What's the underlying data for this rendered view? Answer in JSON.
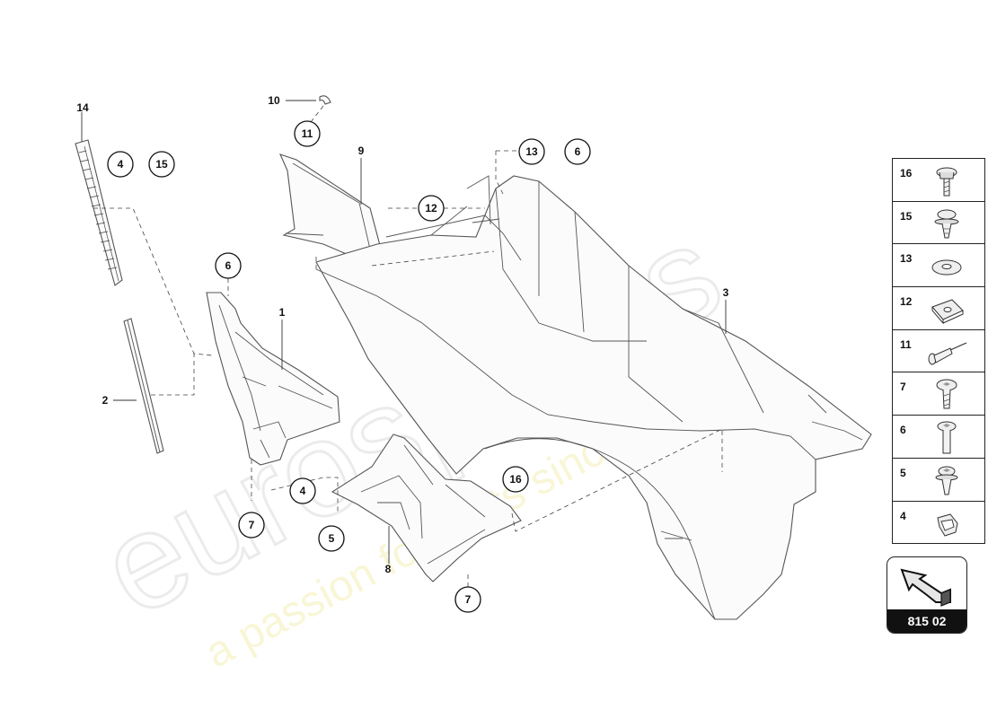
{
  "diagram": {
    "callouts": {
      "c1": "1",
      "c2": "2",
      "c3": "3",
      "c4a": "4",
      "c4b": "4",
      "c5": "5",
      "c6a": "6",
      "c6b": "6",
      "c7a": "7",
      "c7b": "7",
      "c8": "8",
      "c9": "9",
      "c10": "10",
      "c11": "11",
      "c12": "12",
      "c13": "13",
      "c14": "14",
      "c15": "15",
      "c16": "16"
    },
    "watermark": {
      "brand": "eurospares",
      "tagline": "a passion for parts since 1985"
    }
  },
  "legend": {
    "items": [
      {
        "number": "16",
        "icon": "flange-bolt-icon"
      },
      {
        "number": "15",
        "icon": "trim-rivet-icon"
      },
      {
        "number": "13",
        "icon": "washer-icon"
      },
      {
        "number": "12",
        "icon": "clip-nut-icon"
      },
      {
        "number": "11",
        "icon": "blind-rivet-icon"
      },
      {
        "number": "7",
        "icon": "torx-screw-icon"
      },
      {
        "number": "6",
        "icon": "long-screw-icon"
      },
      {
        "number": "5",
        "icon": "expanding-rivet-icon"
      },
      {
        "number": "4",
        "icon": "spring-clip-icon"
      }
    ]
  },
  "reference": {
    "code": "815 02",
    "icon": "direction-arrow-icon"
  }
}
